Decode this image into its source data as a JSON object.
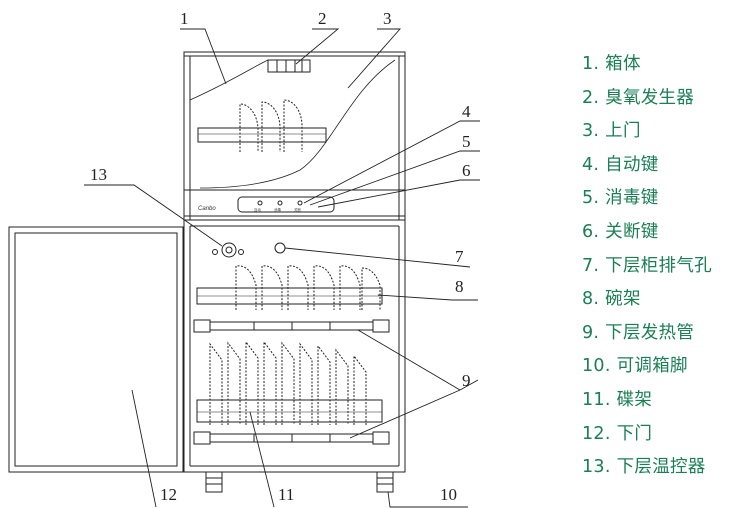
{
  "callouts": [
    "1",
    "2",
    "3",
    "4",
    "5",
    "6",
    "7",
    "8",
    "9",
    "10",
    "11",
    "12",
    "13"
  ],
  "legend": [
    "1. 箱体",
    "2. 臭氧发生器",
    "3. 上门",
    "4. 自动键",
    "5. 消毒键",
    "6. 关断键",
    "7. 下层柜排气孔",
    "8. 碗架",
    "9. 下层发热管",
    "10. 可调箱脚",
    "11. 碟架",
    "12. 下门",
    "13. 下层温控器"
  ],
  "panel": {
    "brand": "Canbo",
    "button_labels": [
      "自动",
      "消毒",
      "关断"
    ]
  },
  "colors": {
    "legend_text": "#1a7f54",
    "line": "#222222"
  }
}
